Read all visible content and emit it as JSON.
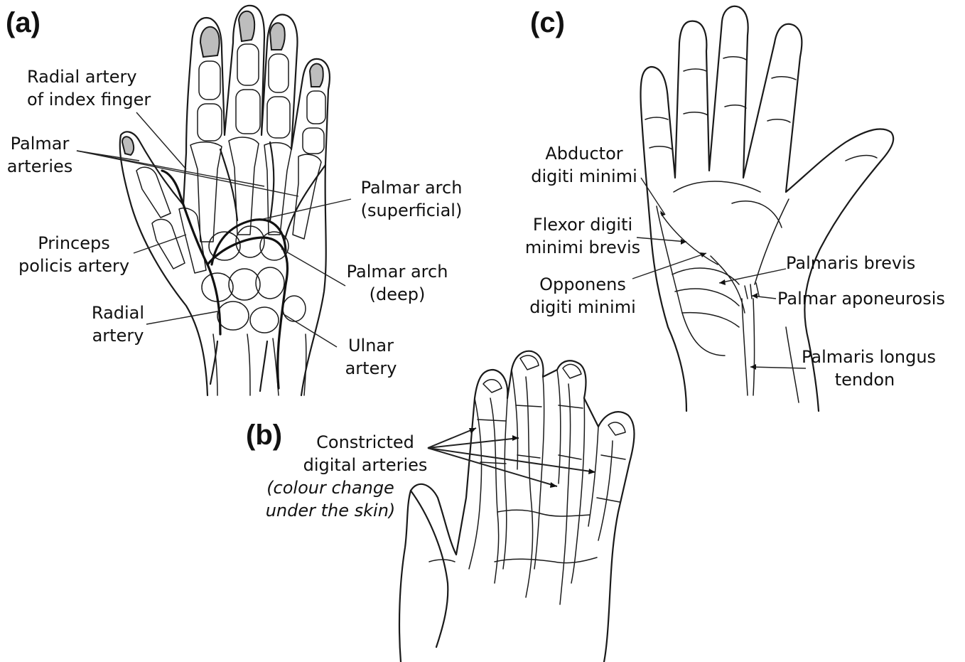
{
  "panels": {
    "a": "(a)",
    "b": "(b)",
    "c": "(c)"
  },
  "panel_a": {
    "radial_artery_index_1": "Radial artery",
    "radial_artery_index_2": "of index finger",
    "palmar_arteries_1": "Palmar",
    "palmar_arteries_2": "arteries",
    "palmar_arch_superficial_1": "Palmar arch",
    "palmar_arch_superficial_2": "(superficial)",
    "princeps_1": "Princeps",
    "princeps_2": "policis artery",
    "palmar_arch_deep_1": "Palmar arch",
    "palmar_arch_deep_2": "(deep)",
    "radial_artery_1": "Radial",
    "radial_artery_2": "artery",
    "ulnar_artery_1": "Ulnar",
    "ulnar_artery_2": "artery"
  },
  "panel_b": {
    "constricted_1": "Constricted",
    "constricted_2": "digital arteries",
    "colour_change_1": "(colour change",
    "colour_change_2": "under the skin)"
  },
  "panel_c": {
    "abductor_1": "Abductor",
    "abductor_2": "digiti minimi",
    "flexor_1": "Flexor digiti",
    "flexor_2": "minimi brevis",
    "opponens_1": "Opponens",
    "opponens_2": "digiti minimi",
    "palmaris_brevis": "Palmaris brevis",
    "palmar_aponeurosis": "Palmar aponeurosis",
    "palmaris_longus_1": "Palmaris longus",
    "palmaris_longus_2": "tendon"
  }
}
